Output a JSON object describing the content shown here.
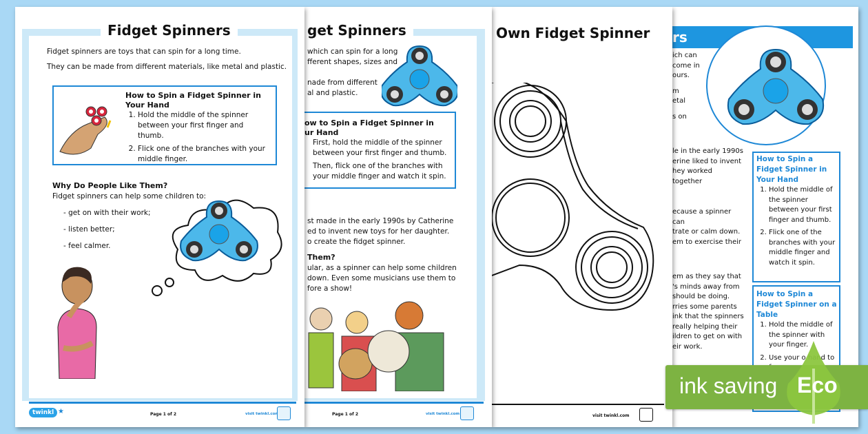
{
  "page1": {
    "title": "Fidget Spinners",
    "intro": [
      "Fidget spinners are toys that can spin for a long time.",
      "They can be made from different materials, like metal and plastic."
    ],
    "howto": {
      "heading": "How to Spin a Fidget Spinner in Your Hand",
      "steps": [
        "Hold the middle of the spinner between your first finger and thumb.",
        "Flick one of the branches with your middle finger."
      ]
    },
    "why": {
      "heading": "Why Do People Like Them?",
      "lead": "Fidget spinners can help some children to:",
      "bullets": [
        "get on with their work;",
        "listen better;",
        "feel calmer."
      ]
    },
    "footer": {
      "brand": "twinkl",
      "page": "Page 1 of 2",
      "link": "visit twinkl.com"
    }
  },
  "page2": {
    "title": "get Spinners",
    "intro": [
      "which can spin for a long",
      "fferent shapes, sizes and",
      "",
      "nade from different",
      "al and plastic."
    ],
    "howto": {
      "heading1": "ow to Spin a Fidget Spinner in",
      "heading2": "ur Hand",
      "steps": [
        "First, hold the middle of the spinner between your first finger and thumb.",
        "Then, flick one of the branches with your middle finger and watch it spin."
      ]
    },
    "history": [
      "st made in the early 1990s by Catherine",
      "ed to invent new toys for her daughter.",
      "o create the fidget spinner."
    ],
    "why_heading": "Them?",
    "why": [
      "ular, as a spinner can help some children",
      "down.  Even some musicians use them to",
      "fore a show!"
    ],
    "footer": {
      "page": "Page 1 of 2",
      "link": "visit twinkl.com"
    }
  },
  "page3": {
    "title": "Own Fidget Spinner",
    "footer": {
      "link": "visit twinkl.com"
    }
  },
  "page4": {
    "title": "rs",
    "col": [
      "ich can",
      "come in",
      "ours.",
      "",
      "m",
      "etal",
      "",
      "s on",
      "",
      "",
      "le in the early 1990s",
      "erine liked to invent",
      "hey worked together",
      "",
      "",
      "ecause a spinner can",
      "trate or calm down.",
      "em to exercise their",
      "",
      "",
      "em as they say that",
      "'s minds away from",
      "should be doing.",
      "rries some parents",
      "ink that the spinners",
      "really helping their",
      "ildren to get on with",
      "eir work."
    ],
    "box1": {
      "heading": "How to Spin a Fidget Spinner in Your Hand",
      "steps": [
        "Hold the middle of the spinner between your first finger and thumb.",
        "Flick one of the branches with your middle finger and watch it spin."
      ]
    },
    "box2": {
      "heading": "How to Spin a Fidget Spinner on a Table",
      "steps": [
        "Hold the middle of the spinner with your finger.",
        "Use your o hand to f"
      ]
    }
  },
  "eco": {
    "label": "ink saving",
    "badge": "Eco"
  },
  "colors": {
    "accent": "#1e88d6",
    "frame": "#cde9f8",
    "background": "#a9d8f5",
    "eco_green": "#7db342"
  }
}
